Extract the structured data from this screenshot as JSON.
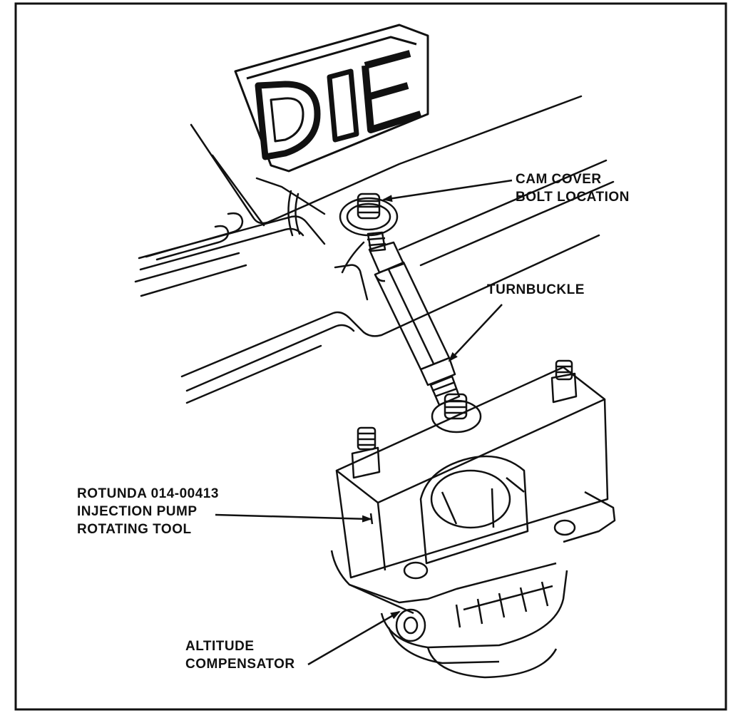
{
  "illustration": {
    "cover_lettering": "DIE",
    "callouts": {
      "cam_cover_bolt": [
        "CAM COVER",
        "BOLT LOCATION"
      ],
      "turnbuckle": [
        "TURNBUCKLE"
      ],
      "rotating_tool": [
        "ROTUNDA 014-00413",
        "INJECTION PUMP",
        "ROTATING TOOL"
      ],
      "altitude_compensator": [
        "ALTITUDE",
        "COMPENSATOR"
      ]
    }
  },
  "colors": {
    "ink": "#111111",
    "paper": "#ffffff"
  }
}
